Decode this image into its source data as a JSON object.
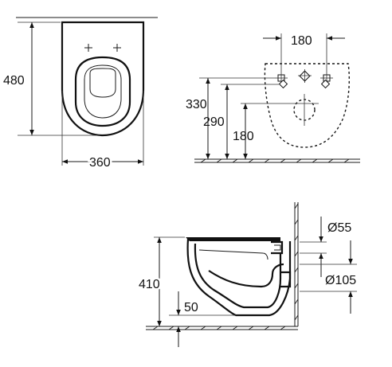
{
  "front_view": {
    "height_label": "480",
    "width_label": "360"
  },
  "mounting_view": {
    "hole_spacing_label": "180",
    "height_upper_label": "330",
    "height_middle_label": "290",
    "height_lower_label": "180"
  },
  "side_view": {
    "total_height_label": "410",
    "base_height_label": "50",
    "inlet_diameter_label": "Ø55",
    "outlet_diameter_label": "Ø105"
  }
}
